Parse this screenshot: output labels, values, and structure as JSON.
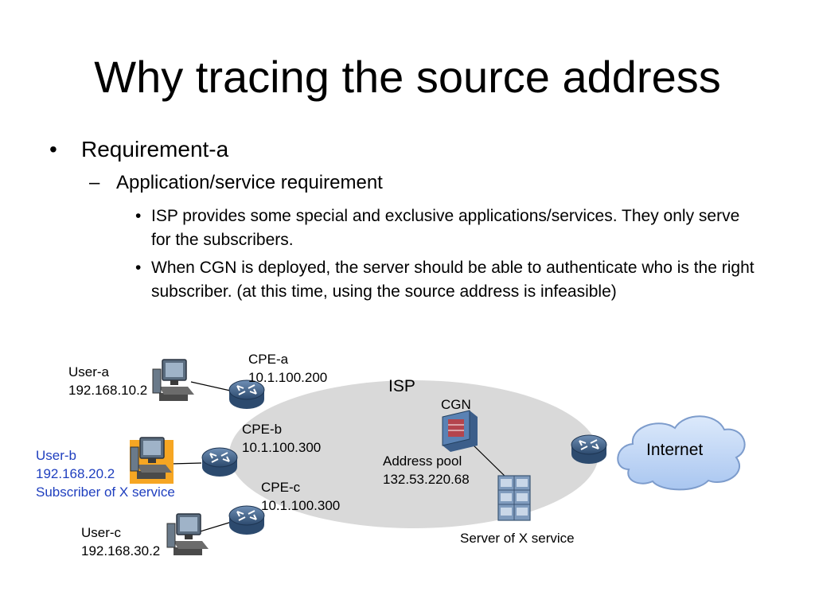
{
  "slide": {
    "title": "Why tracing the source address",
    "bullet_l1": "Requirement-a",
    "bullet_l2": "Application/service requirement",
    "bullets_l3": [
      "ISP provides some special and exclusive applications/services. They only serve for the subscribers.",
      "When CGN is deployed, the server should be able to authenticate who is the right subscriber. (at this time, using the source address is infeasible)"
    ],
    "bullet_marks": [
      "•",
      "–",
      "•"
    ]
  },
  "diagram": {
    "isp_label": "ISP",
    "internet_label": "Internet",
    "cgn_label": "CGN",
    "address_pool": [
      "Address pool",
      "132.53.220.68"
    ],
    "server_label": "Server of X service",
    "cpe_a": [
      "CPE-a",
      "10.1.100.200"
    ],
    "cpe_b": [
      "CPE-b",
      "10.1.100.300"
    ],
    "cpe_c": [
      "CPE-c",
      "10.1.100.300"
    ],
    "user_a": [
      "User-a",
      "192.168.10.2"
    ],
    "user_b": [
      "User-b",
      "192.168.20.2",
      "Subscriber of X service"
    ],
    "user_c": [
      "User-c",
      "192.168.30.2"
    ],
    "colors": {
      "isp_cloud": "#d9d9d9",
      "router": "#3d5f86",
      "internet_cloud": "#b9d2f5",
      "highlight_user": "#f6a623",
      "subscriber_text": "#1f3fbf"
    }
  }
}
